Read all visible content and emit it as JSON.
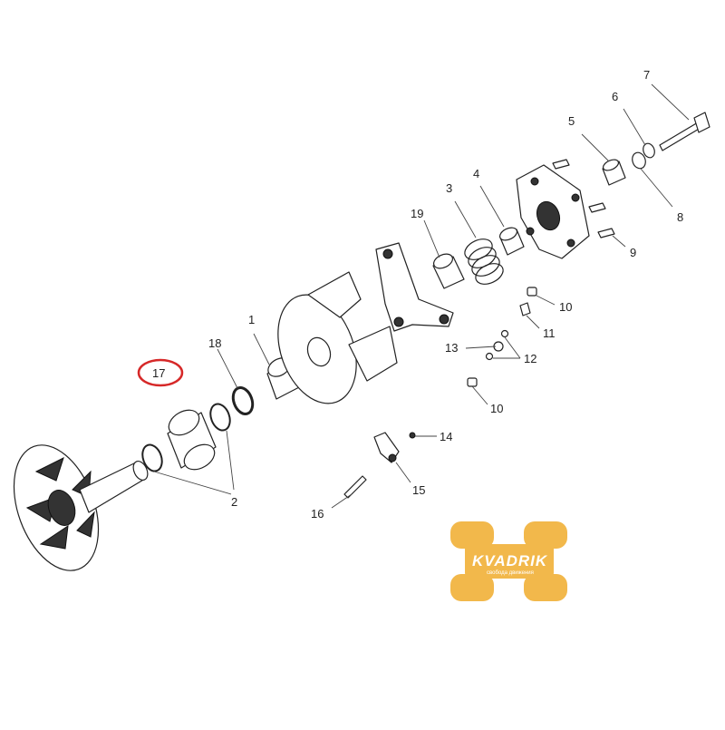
{
  "diagram": {
    "callouts": [
      {
        "id": "1",
        "text": "1"
      },
      {
        "id": "2",
        "text": "2"
      },
      {
        "id": "3",
        "text": "3"
      },
      {
        "id": "4",
        "text": "4"
      },
      {
        "id": "5",
        "text": "5"
      },
      {
        "id": "6",
        "text": "6"
      },
      {
        "id": "7",
        "text": "7"
      },
      {
        "id": "8",
        "text": "8"
      },
      {
        "id": "9",
        "text": "9"
      },
      {
        "id": "10a",
        "text": "10"
      },
      {
        "id": "10b",
        "text": "10"
      },
      {
        "id": "11",
        "text": "11"
      },
      {
        "id": "12",
        "text": "12"
      },
      {
        "id": "13",
        "text": "13"
      },
      {
        "id": "14",
        "text": "14"
      },
      {
        "id": "15",
        "text": "15"
      },
      {
        "id": "16",
        "text": "16"
      },
      {
        "id": "17",
        "text": "17"
      },
      {
        "id": "18",
        "text": "18"
      },
      {
        "id": "19",
        "text": "19"
      }
    ],
    "highlight": {
      "target": "17",
      "color": "#d62828"
    }
  },
  "watermark": {
    "brand": "KVADRIK",
    "tagline": "свобода движения",
    "color": "#f2b84b"
  }
}
